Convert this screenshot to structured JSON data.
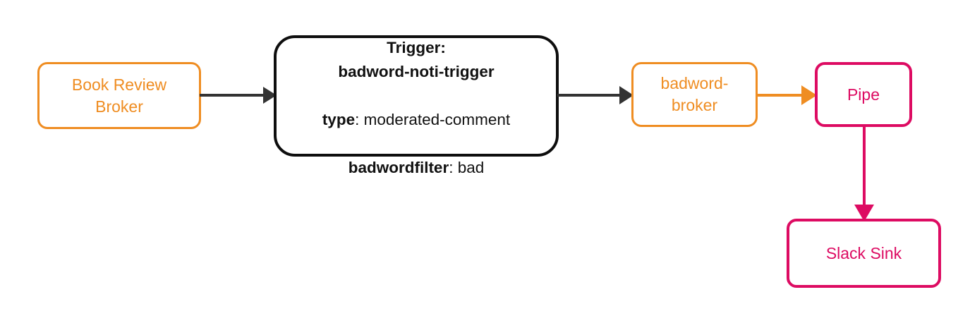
{
  "diagram": {
    "type": "flow-diagram",
    "background_color": "#ffffff",
    "colors": {
      "broker_orange": "#ef8d22",
      "trigger_black": "#0e0e0e",
      "pipe_pink": "#dd0b62",
      "edge_dark": "#333333"
    },
    "nodes": [
      {
        "id": "book-review-broker",
        "label": "Book Review\nBroker",
        "shape": "rounded-rectangle",
        "style": "broker",
        "color": "#ef8d22"
      },
      {
        "id": "trigger",
        "shape": "rounded-rectangle",
        "style": "trigger",
        "color": "#0e0e0e",
        "lines": [
          {
            "key": "Trigger:",
            "value": "badword-noti-trigger",
            "all_bold": true
          },
          {
            "key": "type",
            "separator": ": ",
            "value": "moderated-comment",
            "all_bold": false
          },
          {
            "key": "badwordfilter",
            "separator": ": ",
            "value": "bad",
            "all_bold": false
          }
        ]
      },
      {
        "id": "badword-broker",
        "label": "badword-\nbroker",
        "shape": "rounded-rectangle",
        "style": "broker",
        "color": "#ef8d22"
      },
      {
        "id": "pipe",
        "label": "Pipe",
        "shape": "rounded-rectangle",
        "style": "pipe",
        "color": "#dd0b62"
      },
      {
        "id": "slack-sink",
        "label": "Slack Sink",
        "shape": "rounded-rectangle",
        "style": "sink",
        "color": "#dd0b62"
      }
    ],
    "edges": [
      {
        "id": "broker-to-trigger",
        "from": "book-review-broker",
        "to": "trigger",
        "color": "#333333",
        "direction": "right",
        "label": ""
      },
      {
        "id": "trigger-to-badword",
        "from": "trigger",
        "to": "badword-broker",
        "color": "#333333",
        "direction": "right",
        "label": ""
      },
      {
        "id": "badword-to-pipe",
        "from": "badword-broker",
        "to": "pipe",
        "color": "#ef8d22",
        "direction": "right",
        "label": ""
      },
      {
        "id": "pipe-to-sink",
        "from": "pipe",
        "to": "slack-sink",
        "color": "#dd0b62",
        "direction": "down",
        "label": ""
      }
    ]
  }
}
